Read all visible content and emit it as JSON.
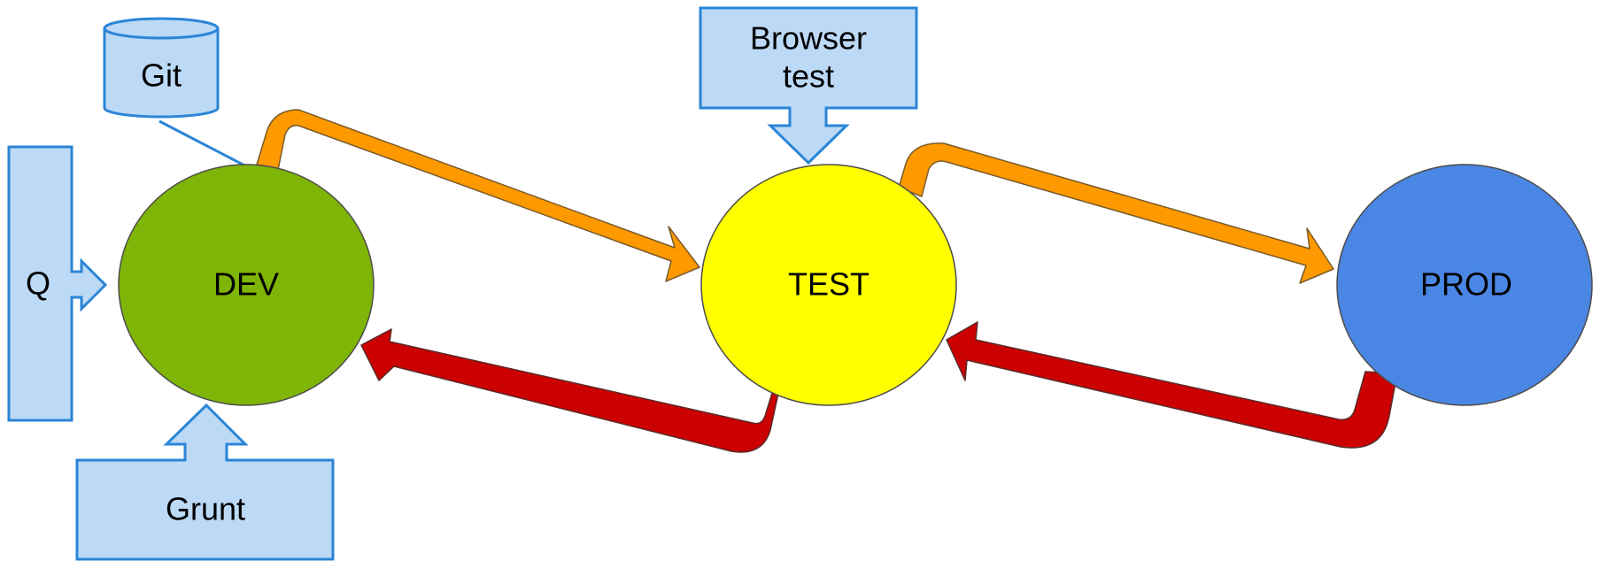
{
  "nodes": {
    "dev": {
      "label": "DEV",
      "color": "#7fb506"
    },
    "test": {
      "label": "TEST",
      "color": "#ffff00"
    },
    "prod": {
      "label": "PROD",
      "color": "#4a86e3"
    }
  },
  "tools": {
    "git": {
      "label": "Git"
    },
    "q": {
      "label": "Q"
    },
    "grunt": {
      "label": "Grunt"
    },
    "browser_test": {
      "line1": "Browser",
      "line2": "test"
    }
  },
  "colors": {
    "promote_arrow": "#ff9900",
    "rollback_arrow": "#cc0000",
    "callout_fill": "#bcd9f6",
    "callout_stroke": "#2b85d6"
  }
}
